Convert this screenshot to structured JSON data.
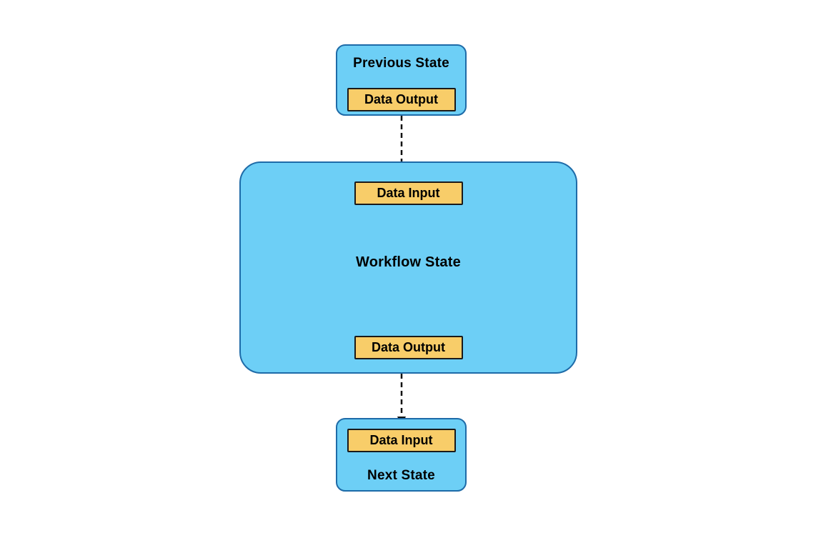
{
  "nodes": {
    "previous_state": {
      "title": "Previous State",
      "output_port": "Data Output"
    },
    "workflow_state": {
      "title": "Workflow State",
      "input_port": "Data Input",
      "output_port": "Data Output"
    },
    "next_state": {
      "title": "Next State",
      "input_port": "Data Input"
    }
  },
  "connectors": [
    {
      "from": "previous_state.output_port",
      "to": "workflow_state.input_port",
      "style": "dashed-arrow-down"
    },
    {
      "from": "workflow_state.output_port",
      "to": "next_state.input_port",
      "style": "dashed-arrow-down"
    }
  ],
  "colors": {
    "background": "#FFFFFF",
    "node_fill": "#6DCFF6",
    "node_border": "#1E6BA8",
    "port_fill": "#F8CD69",
    "port_border": "#1A1A1A",
    "arrow": "#111111",
    "text": "#000000"
  }
}
